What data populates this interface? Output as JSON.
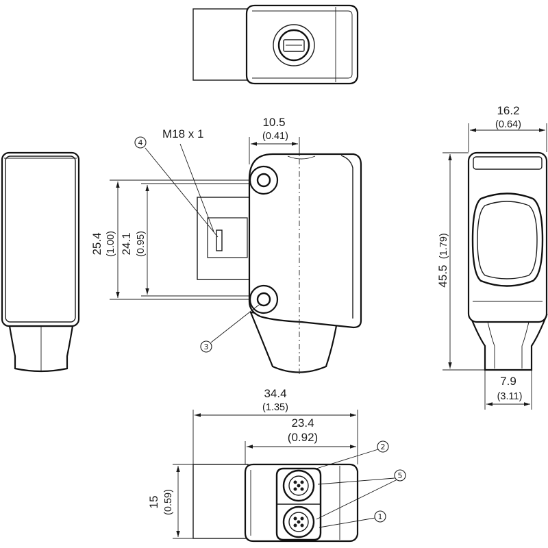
{
  "thread_label": "M18 x 1",
  "dimensions": {
    "overall_length": {
      "value": "34.4",
      "inch": "(1.35)"
    },
    "body_length": {
      "value": "23.4",
      "inch": "(0.92)"
    },
    "width_top": {
      "value": "16.2",
      "inch": "(0.64)"
    },
    "offset": {
      "value": "10.5",
      "inch": "(0.41)"
    },
    "hole_spacing_outer": {
      "value": "25.4",
      "inch": "(1.00)"
    },
    "hole_spacing_inner": {
      "value": "24.1",
      "inch": "(0.95)"
    },
    "height": {
      "value": "45.5",
      "inch": "(1.79)"
    },
    "foot_width": {
      "value": "7.9",
      "inch": "(3.11)"
    },
    "depth": {
      "value": "15",
      "inch": "(0.59)"
    }
  },
  "callouts": [
    "①",
    "②",
    "③",
    "④",
    "⑤"
  ]
}
